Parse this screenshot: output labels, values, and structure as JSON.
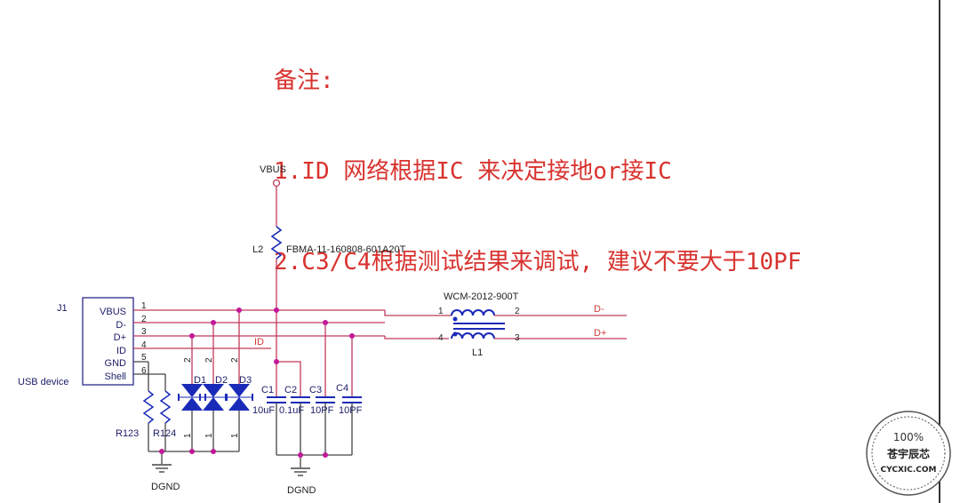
{
  "notes": {
    "title": "备注:",
    "line1": "1.ID 网络根据IC 来决定接地or接IC",
    "line2": "2.C3/C4根据测试结果来调试, 建议不要大于10PF"
  },
  "power": {
    "vbus_label": "VBUS",
    "gnd_left": "DGND",
    "gnd_center": "DGND"
  },
  "ferrite": {
    "ref": "L2",
    "part": "FBMA-11-160808-601A20T"
  },
  "connector": {
    "ref": "J1",
    "name": "USB device",
    "pins": [
      {
        "num": "1",
        "name": "VBUS"
      },
      {
        "num": "2",
        "name": "D-"
      },
      {
        "num": "3",
        "name": "D+"
      },
      {
        "num": "4",
        "name": "ID"
      },
      {
        "num": "5",
        "name": "GND"
      },
      {
        "num": "6",
        "name": "Shell"
      }
    ]
  },
  "net_id_label": "ID",
  "diodes": [
    {
      "ref": "D1",
      "pin_top": "2",
      "pin_bottom": "1"
    },
    {
      "ref": "D2",
      "pin_top": "2",
      "pin_bottom": "1"
    },
    {
      "ref": "D3",
      "pin_top": "2",
      "pin_bottom": "1"
    }
  ],
  "resistors": [
    {
      "ref": "R123"
    },
    {
      "ref": "R124"
    }
  ],
  "capacitors": [
    {
      "ref": "C1",
      "value": "10uF"
    },
    {
      "ref": "C2",
      "value": "0.1uF"
    },
    {
      "ref": "C3",
      "value": "10PF"
    },
    {
      "ref": "C4",
      "value": "10PF"
    }
  ],
  "choke": {
    "part": "WCM-2012-900T",
    "ref": "L1",
    "pins": {
      "p1": "1",
      "p2": "2",
      "p3": "3",
      "p4": "4"
    },
    "out_dminus": "D-",
    "out_dplus": "D+"
  },
  "stamp": {
    "percent": "100%",
    "name": "苍宇辰芯",
    "site": "CYCXIC.COM"
  }
}
